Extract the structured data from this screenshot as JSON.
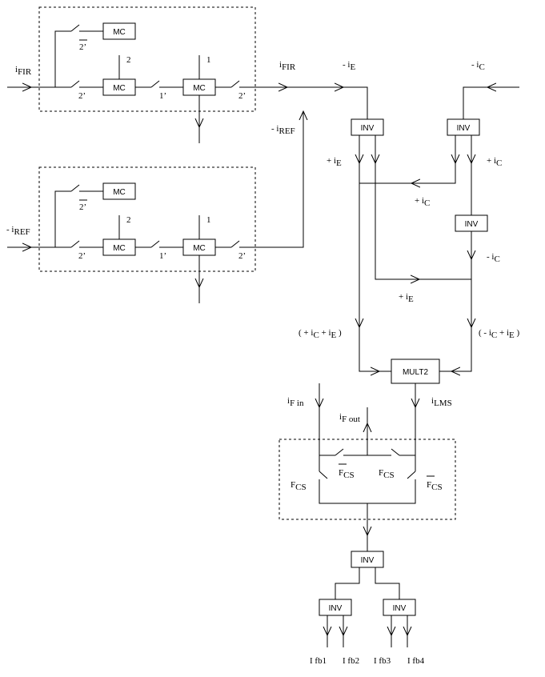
{
  "blocks": {
    "mc": "MC",
    "inv": "INV",
    "mult2": "MULT2"
  },
  "switch_labels": {
    "two_prime": "2’",
    "one_prime": "1’",
    "two_prime_bar": "2’"
  },
  "port_labels": {
    "two": "2",
    "one": "1"
  },
  "signals": {
    "i_fir_in": {
      "main": "i",
      "sub": "FIR"
    },
    "i_fir_out": {
      "main": "i",
      "sub": "FIR"
    },
    "neg_i_ref_in": {
      "main": "- i",
      "sub": "REF"
    },
    "neg_i_ref_out": {
      "main": "- i",
      "sub": "REF"
    },
    "neg_i_e": {
      "main": "- i",
      "sub": "E"
    },
    "neg_i_c_top": {
      "main": "- i",
      "sub": "C"
    },
    "pos_i_e_left": {
      "main": "+ i",
      "sub": "E"
    },
    "pos_i_c_right": {
      "main": "+ i",
      "sub": "C"
    },
    "pos_i_c_mid": {
      "main": "+ i",
      "sub": "C"
    },
    "neg_i_c_mid": {
      "main": "- i",
      "sub": "C"
    },
    "pos_i_e_mid": {
      "main": "+ i",
      "sub": "E"
    },
    "sum_left": {
      "p1": "( + i",
      "s1": "C",
      "p2": " + i",
      "s2": "E",
      "p3": " )"
    },
    "sum_right": {
      "p1": "( - i",
      "s1": "C",
      "p2": " + i",
      "s2": "E",
      "p3": " )"
    },
    "i_f_in": {
      "main": "i",
      "sub": "F in"
    },
    "i_f_out": {
      "main": "i",
      "sub": "F out"
    },
    "i_lms": {
      "main": "i",
      "sub": "LMS"
    },
    "f_cs_left": {
      "main": "F",
      "sub": "CS"
    },
    "f_cs_bar_1": {
      "main": "F",
      "sub": "CS"
    },
    "f_cs_mid": {
      "main": "F",
      "sub": "CS"
    },
    "f_cs_bar_2": {
      "main": "F",
      "sub": "CS"
    }
  },
  "outputs": [
    "I fb1",
    "I fb2",
    "I fb3",
    "I fb4"
  ]
}
